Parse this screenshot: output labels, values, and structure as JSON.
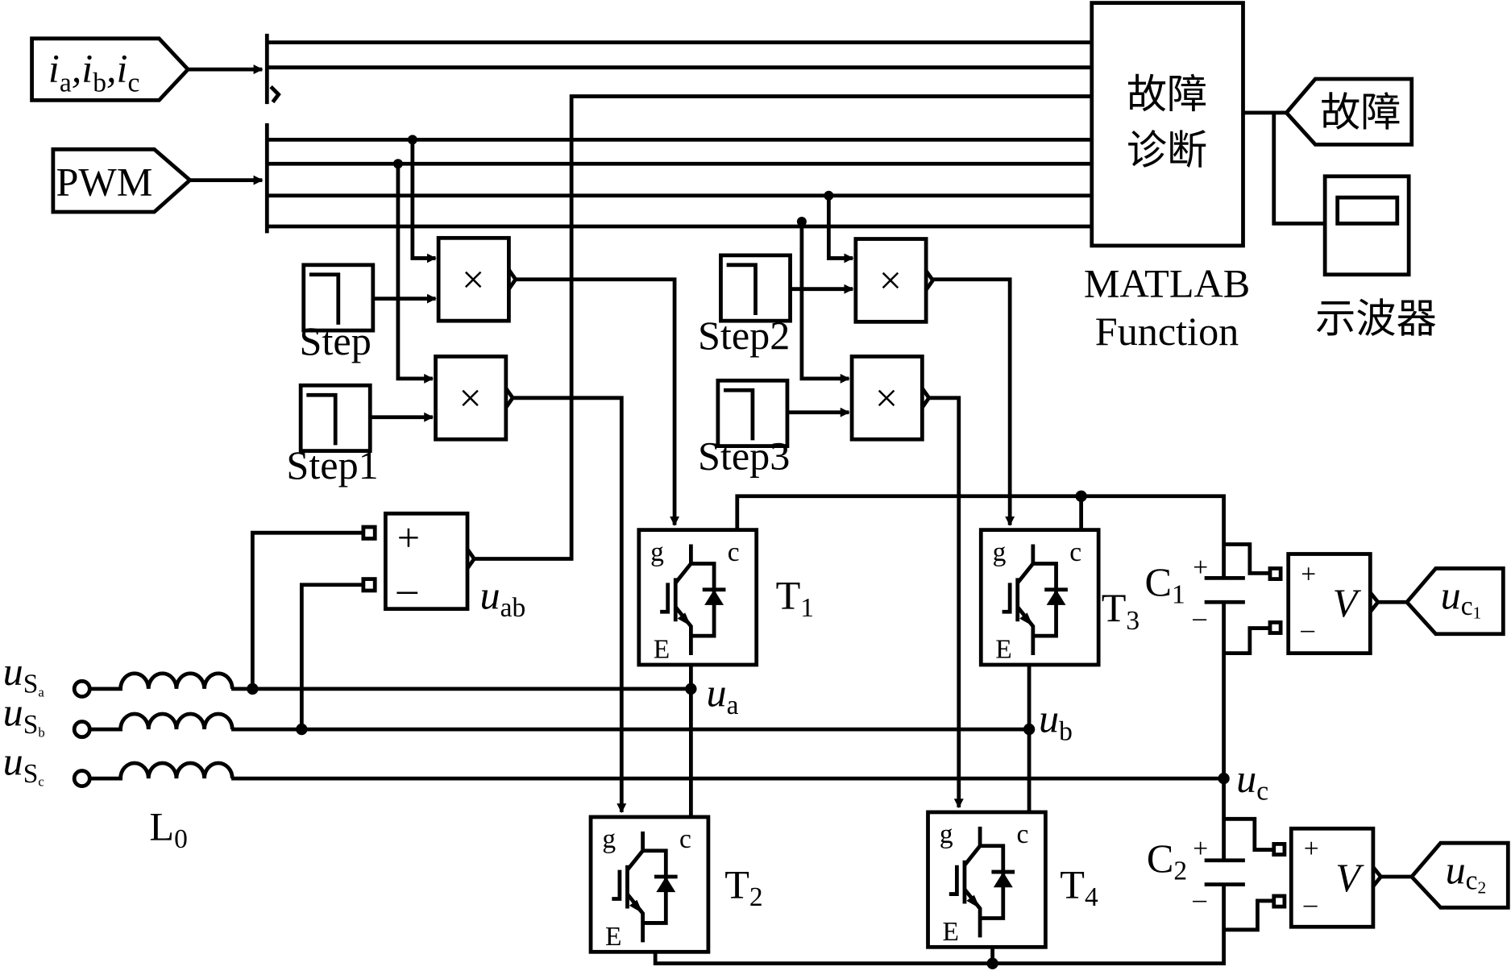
{
  "colors": {
    "line": "#000000",
    "background": "#ffffff"
  },
  "from_tags": {
    "currents": {
      "parts": [
        [
          "i",
          "a"
        ],
        [
          "i",
          "b"
        ],
        [
          "i",
          "c"
        ]
      ]
    },
    "pwm": "PWM"
  },
  "matlab_function": {
    "line1": "故障",
    "line2": "诊断",
    "caption1": "MATLAB",
    "caption2": "Function"
  },
  "goto_fault": "故障",
  "scope": {
    "icon": "scope-icon",
    "label": "示波器"
  },
  "steps": [
    "Step",
    "Step1",
    "Step2",
    "Step3"
  ],
  "product_symbol": "×",
  "sum_block": {
    "plus": "+",
    "minus": "–",
    "label_main": "u",
    "label_sub": "ab"
  },
  "sources": [
    {
      "main": "u",
      "sub": "S",
      "subsub": "a"
    },
    {
      "main": "u",
      "sub": "S",
      "subsub": "b"
    },
    {
      "main": "u",
      "sub": "S",
      "subsub": "c"
    }
  ],
  "inductor": {
    "main": "L",
    "sub": "0"
  },
  "igbts": [
    {
      "main": "T",
      "sub": "1",
      "g": "g",
      "c": "c",
      "e": "E"
    },
    {
      "main": "T",
      "sub": "2",
      "g": "g",
      "c": "c",
      "e": "E"
    },
    {
      "main": "T",
      "sub": "3",
      "g": "g",
      "c": "c",
      "e": "E"
    },
    {
      "main": "T",
      "sub": "4",
      "g": "g",
      "c": "c",
      "e": "E"
    }
  ],
  "nodes": [
    {
      "main": "u",
      "sub": "a"
    },
    {
      "main": "u",
      "sub": "b"
    },
    {
      "main": "u",
      "sub": "c"
    }
  ],
  "capacitors": [
    {
      "main": "C",
      "sub": "1",
      "plus": "+",
      "minus": "–"
    },
    {
      "main": "C",
      "sub": "2",
      "plus": "+",
      "minus": "–"
    }
  ],
  "voltmeters": [
    {
      "plus": "+",
      "symbol": "V",
      "minus": "–"
    },
    {
      "plus": "+",
      "symbol": "V",
      "minus": "–"
    }
  ],
  "goto_voltages": [
    {
      "main": "u",
      "sub": "c",
      "subsub": "1"
    },
    {
      "main": "u",
      "sub": "c",
      "subsub": "2"
    }
  ]
}
